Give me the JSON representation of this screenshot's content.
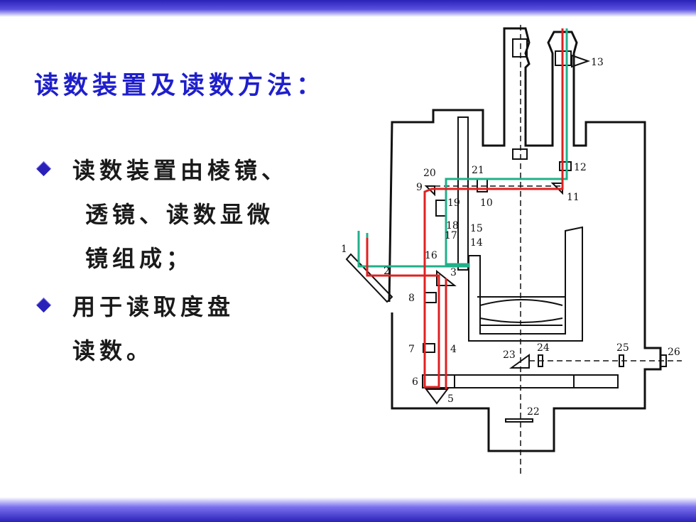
{
  "slide": {
    "title": "读数装置及读数方法：",
    "bullets": [
      {
        "lines": [
          "读数装置由棱镜、",
          "透镜、读数显微",
          "镜组成；"
        ]
      },
      {
        "lines": [
          "用于读取度盘",
          "读数。"
        ]
      }
    ]
  },
  "diagram": {
    "labels": [
      "1",
      "2",
      "3",
      "4",
      "5",
      "6",
      "7",
      "8",
      "9",
      "10",
      "11",
      "12",
      "13",
      "14",
      "15",
      "16",
      "17",
      "18",
      "19",
      "20",
      "21",
      "22",
      "23",
      "24",
      "25",
      "26"
    ],
    "colors": {
      "red_path": "#e02020",
      "green_path": "#20b08a",
      "outline": "#111111"
    }
  },
  "colors": {
    "title": "#1f1fcc",
    "band": "#2a22b8"
  }
}
